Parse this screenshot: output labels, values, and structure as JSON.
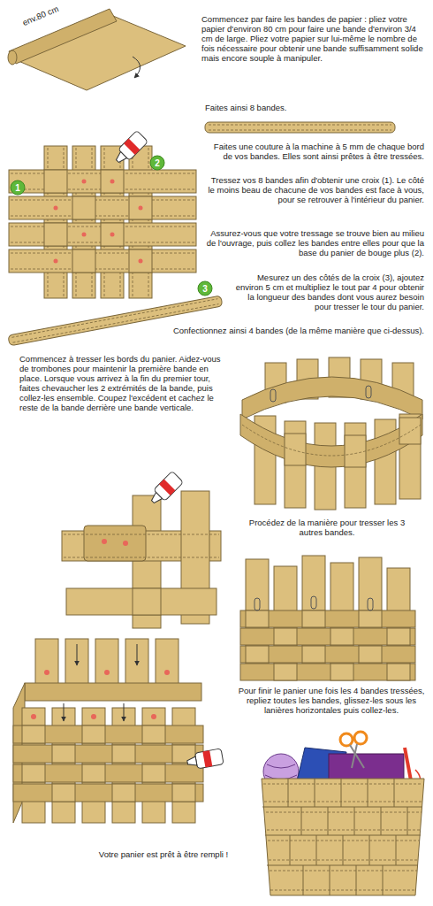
{
  "diagram": {
    "nodes": [
      {
        "text": [
          "1"
        ]
      },
      {
        "text": [
          "2"
        ]
      },
      {
        "text": [
          "3"
        ]
      }
    ],
    "labels": [
      "env.80 cm",
      "Commencez par faire les bandes de papier : pliez votre papier d'environ 80 cm pour faire une bande d'environ 3/4 cm de large. Pliez votre papier sur lui-même le nombre de fois nécessaire pour obtenir une bande suffisamment solide mais encore souple à manipuler.",
      "Faites ainsi 8 bandes.",
      "Faites une couture à la machine à 5 mm de chaque bord de vos bandes. Elles sont ainsi prêtes à être tressées.",
      "Tressez vos 8 bandes afin d'obtenir une croix (1). Le côté le moins beau de chacune de vos bandes est face à vous, pour se retrouver à l'intérieur du panier.",
      "Assurez-vous que votre tressage se trouve bien au milieu de l'ouvrage, puis collez les bandes entre elles pour que la base du panier de bouge plus (2).",
      "Mesurez un des côtés de la croix (3), ajoutez environ 5 cm et multipliez le tout par 4 pour obtenir la longueur des bandes dont vous aurez besoin pour tresser le tour du panier.",
      "Confectionnez ainsi 4 bandes (de la même manière que ci-dessus).",
      "Commencez à tresser les bords du panier. Aidez-vous de trombones pour maintenir la première bande en place. Lorsque vous arrivez à la fin du premier tour, faites chevaucher les 2 extrémités de la bande, puis collez-les ensemble. Coupez l'excédent et cachez le reste de la bande derrière une bande verticale.",
      "Procédez de la manière pour tresser les 3 autres bandes.",
      "Pour finir le panier une fois les 4 bandes tressées, repliez toutes les bandes, glissez-les sous les lanières horizontales puis collez-les.",
      "Votre panier est prêt à être rempli !"
    ]
  }
}
